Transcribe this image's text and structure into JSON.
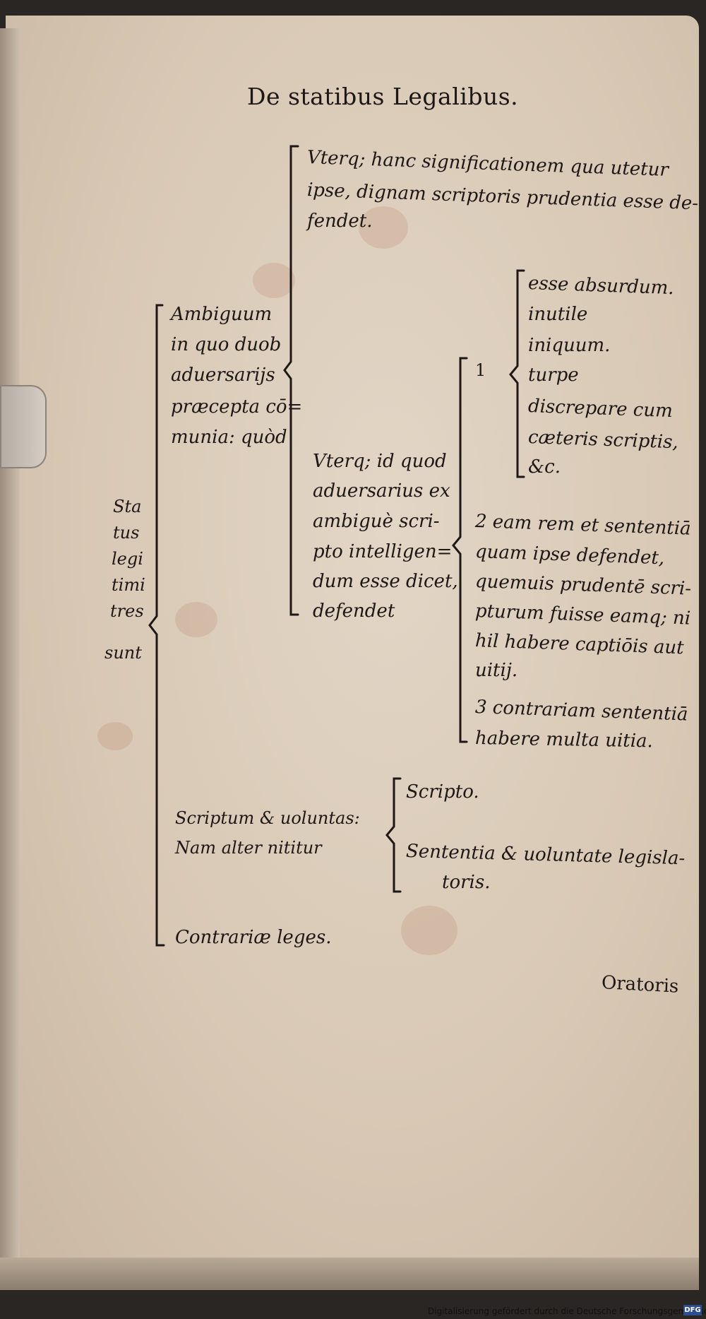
{
  "header": {
    "title": "De statibus Legalibus."
  },
  "left": {
    "status_lines": [
      "Sta",
      "tus",
      "legi",
      "timi",
      "tres",
      "sunt"
    ]
  },
  "ambiguum": {
    "lines": [
      "Ambiguum",
      "in quo duob",
      "aduersarijs",
      "præcepta cō=",
      "munia: quòd"
    ]
  },
  "utrque_top": {
    "lines": [
      "Vterq; hanc significationem qua utetur",
      "ipse, dignam scriptoris prudentia esse de-",
      "fendet."
    ]
  },
  "utrque_mid": {
    "lines": [
      "Vterq; id quod",
      "aduersarius ex",
      "ambiguè scri-",
      "pto intelligen=",
      "dum esse dicet,",
      "defendet"
    ]
  },
  "point1": {
    "number": "1",
    "lines": [
      "esse absurdum.",
      "inutile",
      "iniquum.",
      "turpe",
      "discrepare cum",
      "cæteris scriptis,",
      "&c."
    ]
  },
  "point2": {
    "lines": [
      "2 eam rem et sententiā",
      "quam ipse defendet,",
      "quemuis prudentē scri-",
      "pturum fuisse eamq; ni",
      "hil habere captiōis aut",
      "uitij."
    ]
  },
  "point3": {
    "lines": [
      "3 contrariam sententiā",
      "habere multa uitia."
    ]
  },
  "scriptum": {
    "lines": [
      "Scriptum & uoluntas:",
      "Nam alter nititur"
    ]
  },
  "scripto": {
    "label": "Scripto.",
    "sententia_lines": [
      "Sententia & uoluntate legisla-",
      "toris."
    ]
  },
  "contrariae": {
    "label": "Contrariæ leges."
  },
  "catchword": "Oratoris",
  "footer": {
    "credit": "Digitalisierung gefördert durch die Deutsche Forschungsgemeinschaft -",
    "logo": "DFG"
  }
}
